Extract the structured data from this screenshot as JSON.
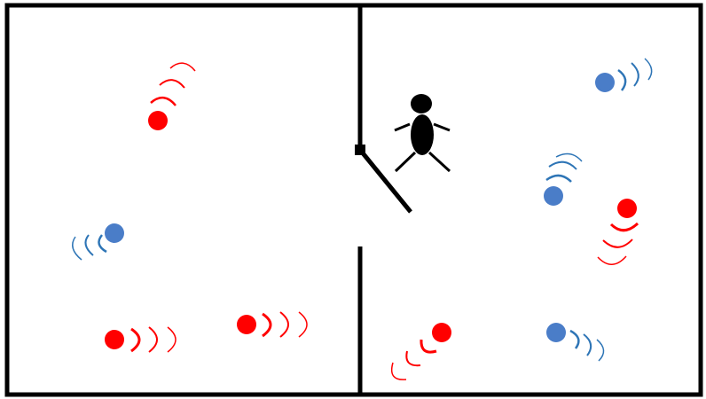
{
  "diagram": {
    "rooms": [
      "left-room",
      "right-room"
    ],
    "door": {
      "state": "open"
    },
    "person": {
      "icon": "person-icon",
      "color": "#000000"
    },
    "colors": {
      "red": "#ff0000",
      "blue": "#4a7dc8",
      "blue_wave": "#2e75b6",
      "wall": "#000000"
    },
    "particles": [
      {
        "id": "red-1",
        "color": "red"
      },
      {
        "id": "blue-1",
        "color": "blue"
      },
      {
        "id": "red-2",
        "color": "red"
      },
      {
        "id": "red-3",
        "color": "red"
      },
      {
        "id": "blue-2",
        "color": "blue"
      },
      {
        "id": "blue-3",
        "color": "blue"
      },
      {
        "id": "red-4",
        "color": "red"
      },
      {
        "id": "red-5",
        "color": "red"
      },
      {
        "id": "blue-4",
        "color": "blue"
      }
    ]
  }
}
